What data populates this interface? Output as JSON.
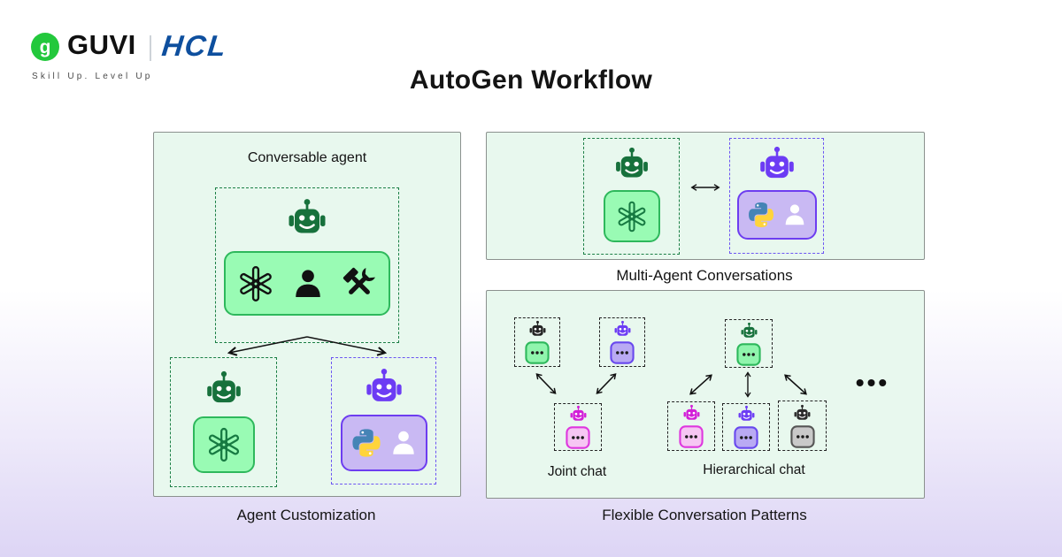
{
  "header": {
    "brand": "GUVI",
    "brand_glyph": "g",
    "partner": "HCL",
    "tagline": "Skill Up. Level Up"
  },
  "title": "AutoGen Workflow",
  "agent_customization": {
    "label": "Agent Customization",
    "conversable_agent_title": "Conversable agent"
  },
  "multi_agent": {
    "label": "Multi-Agent Conversations"
  },
  "flexible_patterns": {
    "label": "Flexible Conversation Patterns",
    "joint_chat_label": "Joint chat",
    "hierarchical_chat_label": "Hierarchical chat",
    "more_indicator": "•••"
  },
  "colors": {
    "guvi_green": "#23c83c",
    "hcl_blue": "#0e4f9e",
    "panel_bg": "#e8f8ee",
    "panel_border": "#8b918e",
    "agent_green": "#17713c",
    "agent_purple": "#6c3cf4",
    "agent_magenta": "#d21fd8",
    "agent_black": "#222222",
    "tile_green_fill": "#99fbb4",
    "tile_green_border": "#2eb85c",
    "tile_purple_fill": "#c9b9f3",
    "tile_purple_border": "#6d3df0",
    "bubble_pink_fill": "#f6c6f3",
    "bubble_pink_border": "#de37de",
    "bubble_gray_fill": "#c9c9c9",
    "python_blue": "#4584b6",
    "python_yellow": "#ffd43b"
  }
}
